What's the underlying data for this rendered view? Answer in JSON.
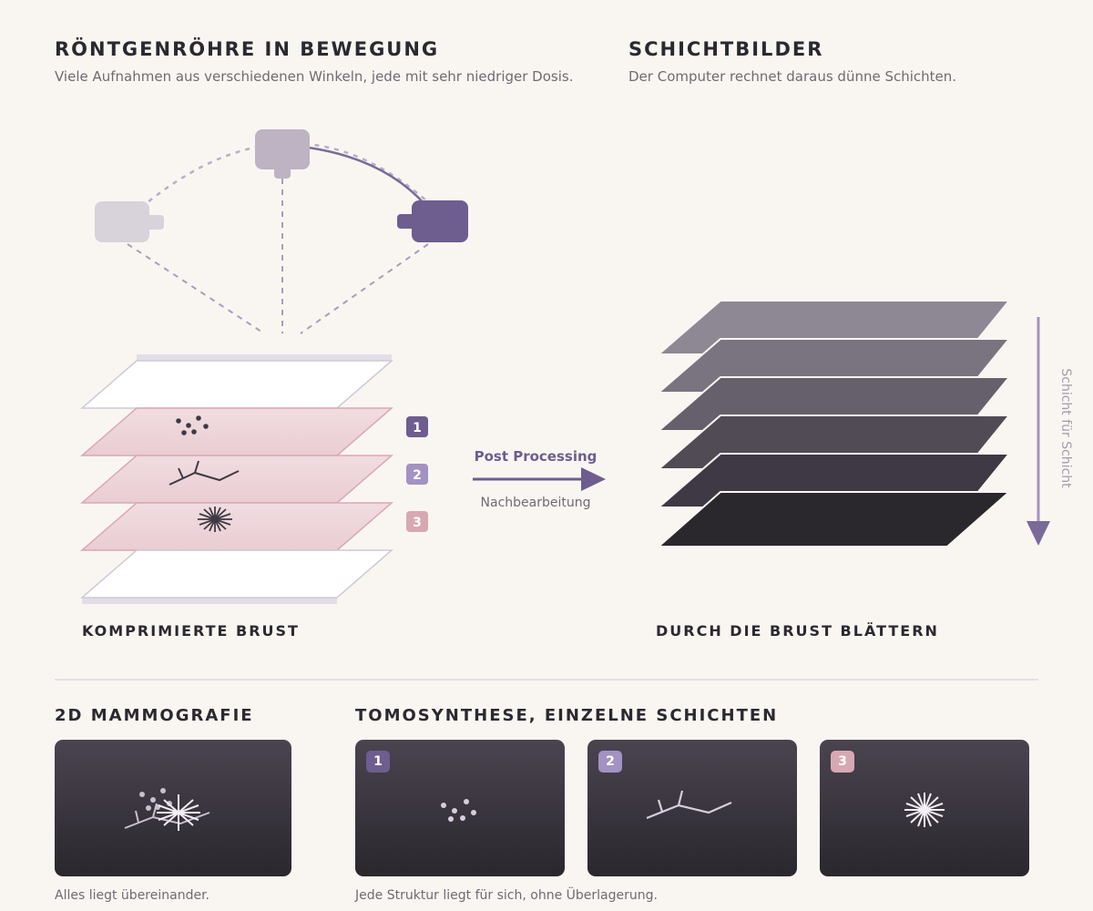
{
  "left_section": {
    "title": "RÖNTGENRÖHRE IN BEWEGUNG",
    "subtitle": "Viele Aufnahmen aus verschiedenen Winkeln, jede mit sehr niedriger Dosis.",
    "label": "KOMPRIMIERTE BRUST"
  },
  "right_section": {
    "title": "SCHICHTBILDER",
    "subtitle": "Der Computer rechnet daraus dünne Schichten.",
    "label": "DURCH DIE BRUST BLÄTTERN",
    "arrow_label": "Schicht für Schicht"
  },
  "process": {
    "title": "Post Processing",
    "subtitle": "Nachbearbeitung"
  },
  "layer_badges": [
    "1",
    "2",
    "3"
  ],
  "bottom": {
    "mammo_title": "2D MAMMOGRAFIE",
    "mammo_caption": "Alles liegt übereinander.",
    "tomo_title": "TOMOSYNTHESE, EINZELNE SCHICHTEN",
    "tomo_caption": "Jede Struktur liegt für sich, ohne Überlagerung.",
    "panels": [
      {
        "badge": "1",
        "icon": "calcification-dots-icon"
      },
      {
        "badge": "2",
        "icon": "branching-structure-icon"
      },
      {
        "badge": "3",
        "icon": "spiculated-lesion-icon"
      }
    ]
  },
  "colors": {
    "accent_dark": "#6e5d8f",
    "accent_mid": "#a392c2",
    "accent_pink": "#d8a8b2",
    "tube_faded": "#d8d2da",
    "tube_mid": "#bdb3c2",
    "layer_pink": "#eed5d9",
    "stack_top": "#8e8794",
    "stack_bottom": "#2a272d"
  }
}
